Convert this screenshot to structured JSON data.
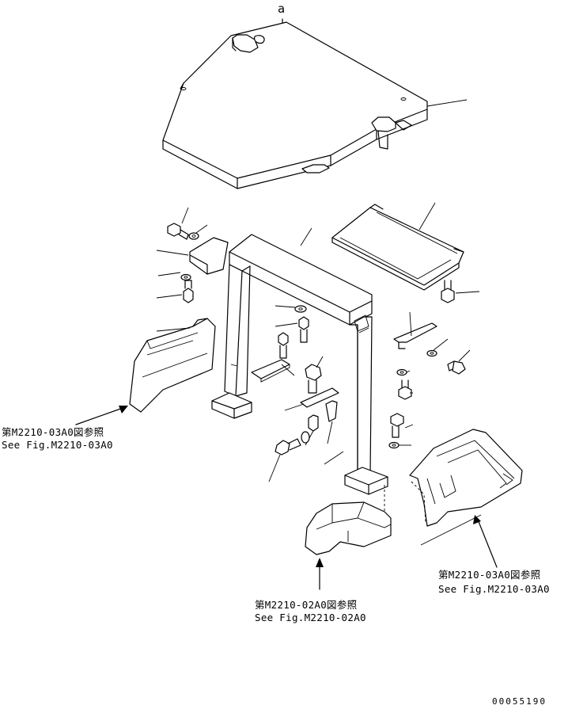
{
  "view_marker": "a",
  "references": [
    {
      "id": "left",
      "line1": "第M2210-03A0図参照",
      "line2": "See Fig.M2210-03A0"
    },
    {
      "id": "bottom",
      "line1": "第M2210-02A0図参照",
      "line2": "See Fig.M2210-02A0"
    },
    {
      "id": "right",
      "line1": "第M2210-03A0図参照",
      "line2": "See Fig.M2210-03A0"
    }
  ],
  "document_number": "00055190",
  "parts": [
    "cover-plate",
    "frame-stand",
    "tray",
    "left-bracket",
    "right-bracket",
    "bolt",
    "washer",
    "spacer-plate",
    "clip"
  ]
}
